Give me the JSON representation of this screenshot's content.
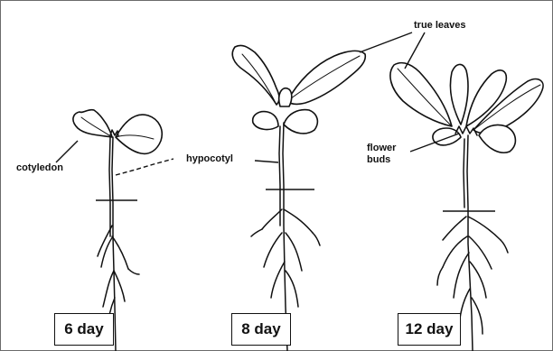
{
  "labels": {
    "cotyledon": "cotyledon",
    "hypocotyl": "hypocotyl",
    "true_leaves": "true leaves",
    "flower_buds_line1": "flower",
    "flower_buds_line2": "buds"
  },
  "stages": [
    {
      "label": "6 day"
    },
    {
      "label": "8 day"
    },
    {
      "label": "12 day"
    }
  ],
  "colors": {
    "ink": "#111111",
    "frame": "#6b6b6b",
    "background": "#ffffff"
  }
}
